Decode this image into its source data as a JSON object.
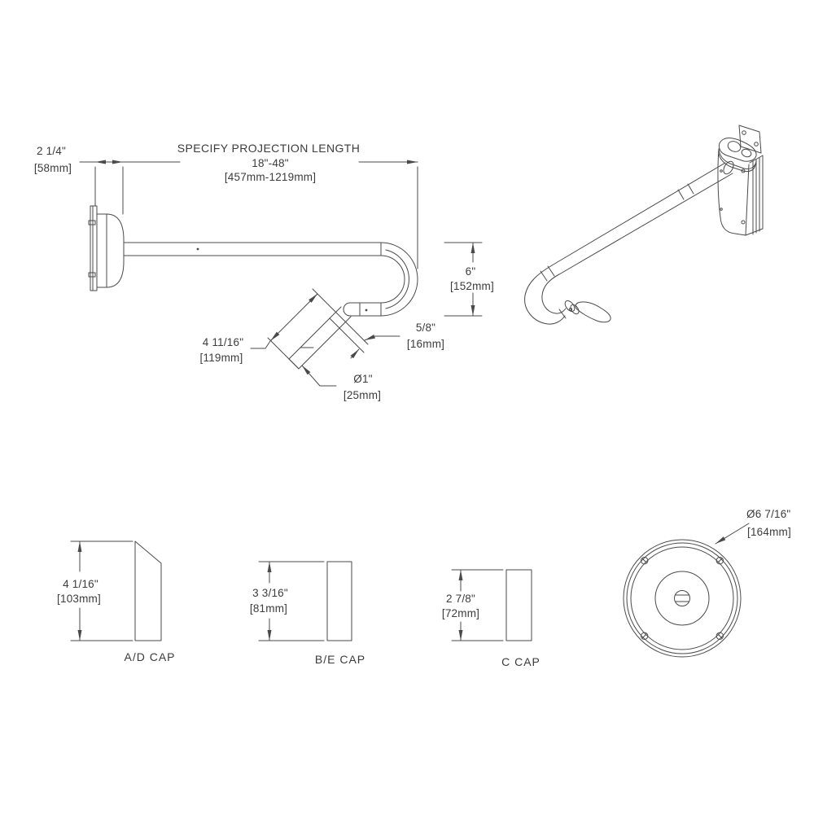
{
  "drawing": {
    "type": "dimensioned technical drawing",
    "stroke_color": "#4a4a4a",
    "annotations": {
      "bracket_offset": {
        "inches": "2 1/4\"",
        "mm": "[58mm]"
      },
      "projection": {
        "line1": "SPECIFY PROJECTION LENGTH",
        "line2": "18\"-48\"",
        "line3": "[457mm-1219mm]"
      },
      "drop_height": {
        "inches": "6\"",
        "mm": "[152mm]"
      },
      "stub_length": {
        "inches": "4 11/16\"",
        "mm": "[119mm]"
      },
      "stub_step": {
        "inches": "5/8\"",
        "mm": "[16mm]"
      },
      "stub_diameter": {
        "inches": "Ø1\"",
        "mm": "[25mm]"
      },
      "plate_diameter": {
        "inches": "Ø6 7/16\"",
        "mm": "[164mm]"
      }
    },
    "caps": [
      {
        "label": "A/D CAP",
        "inches": "4 1/16\"",
        "mm": "[103mm]"
      },
      {
        "label": "B/E CAP",
        "inches": "3 3/16\"",
        "mm": "[81mm]"
      },
      {
        "label": "C CAP",
        "inches": "2 7/8\"",
        "mm": "[72mm]"
      }
    ]
  }
}
